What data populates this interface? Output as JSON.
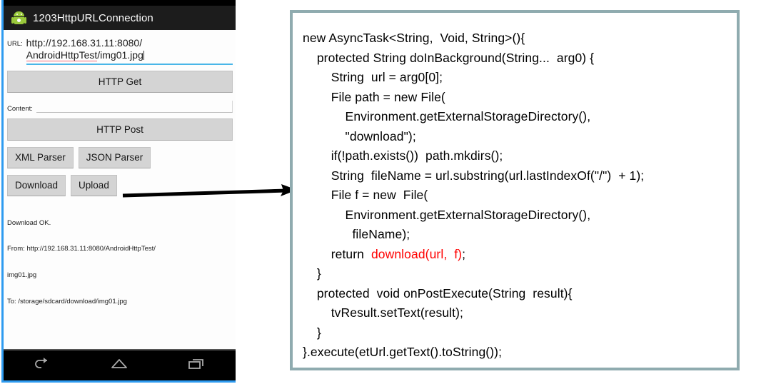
{
  "phone": {
    "app_icon": "android-robot-icon",
    "title": "1203HttpURLConnection",
    "url_field": {
      "label": "URL:",
      "value_line1": "http://192.168.31.11:8080/",
      "value_line2_spell": "AndroidHttpTest",
      "value_line2_rest": "/img01.jpg"
    },
    "http_get_label": "HTTP Get",
    "content_field": {
      "label": "Content:",
      "value": ""
    },
    "http_post_label": "HTTP Post",
    "xml_parser_label": "XML Parser",
    "json_parser_label": "JSON Parser",
    "download_label": "Download",
    "upload_label": "Upload",
    "result_lines": [
      "Download OK.",
      "From: http://192.168.31.11:8080/AndroidHttpTest/",
      "img01.jpg",
      "To: /storage/sdcard/download/img01.jpg"
    ],
    "navbar": {
      "back": "back-icon",
      "home": "home-icon",
      "recents": "recent-apps-icon"
    },
    "accent_border": "#2e9bf0",
    "titlebar_color": "#1c1c1c",
    "underline_color": "#49b6e8",
    "spellcheck_color": "#f26b7a"
  },
  "arrow": {
    "name": "pointer-arrow",
    "color": "#000000"
  },
  "code_panel": {
    "border_color": "#8fabaf",
    "highlight_color": "#ff0000",
    "lines": [
      {
        "text": "new AsyncTask<String,  Void, String>(){"
      },
      {
        "text": "    protected String doInBackground(String...  arg0) {"
      },
      {
        "text": "        String  url = arg0[0];"
      },
      {
        "text": "        File path = new File("
      },
      {
        "text": "            Environment.getExternalStorageDirectory(),"
      },
      {
        "text": "            \"download\");"
      },
      {
        "text": "        if(!path.exists())  path.mkdirs();"
      },
      {
        "text": "        String  fileName = url.substring(url.lastIndexOf(\"/\")  + 1);"
      },
      {
        "text": "        File f = new  File("
      },
      {
        "text": "            Environment.getExternalStorageDirectory(),"
      },
      {
        "text": "              fileName);"
      },
      {
        "pre": "        return  ",
        "red": "download(url,  f)",
        "post": ";"
      },
      {
        "text": "    }"
      },
      {
        "text": "    protected  void onPostExecute(String  result){"
      },
      {
        "text": "        tvResult.setText(result);"
      },
      {
        "text": "    }"
      },
      {
        "text": "}.execute(etUrl.getText().toString());"
      }
    ]
  }
}
